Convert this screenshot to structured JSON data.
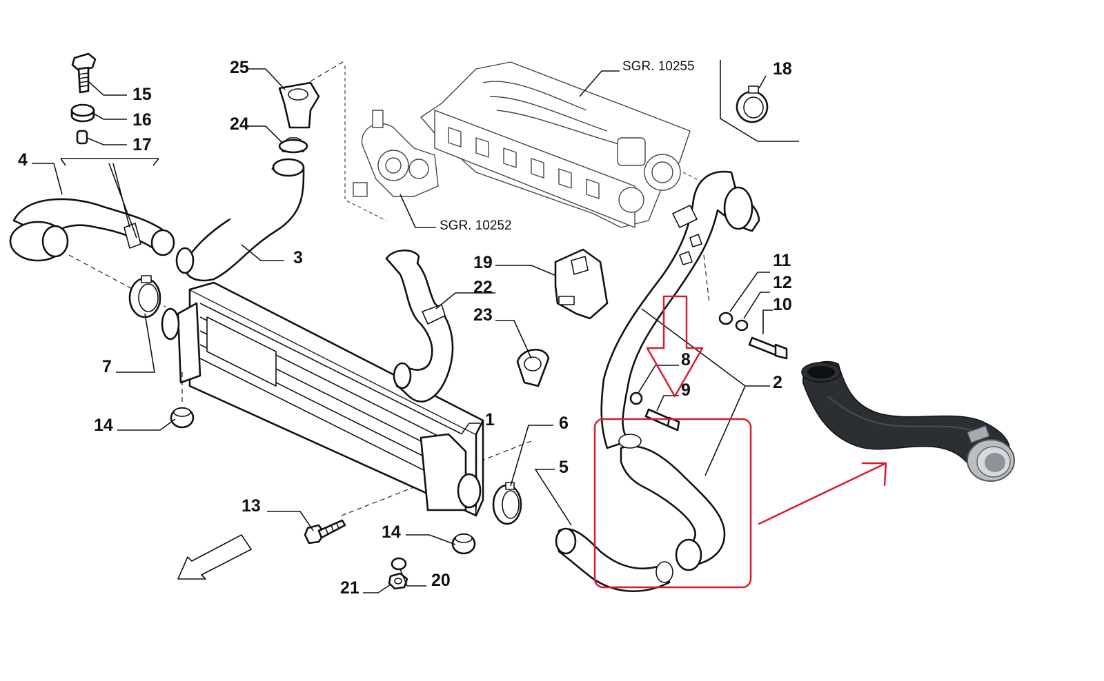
{
  "colors": {
    "highlight_part": "#f5ef2a",
    "highlight_box": "#d91c2a",
    "arrow": "#d91c2a",
    "hose_photo": "#2b2f33"
  },
  "labels": {
    "p1": "1",
    "p2": "2",
    "p3": "3",
    "p4": "4",
    "p5": "5",
    "p6": "6",
    "p7": "7",
    "p8": "8",
    "p9": "9",
    "p10": "10",
    "p11": "11",
    "p12": "12",
    "p13": "13",
    "p14a": "14",
    "p14b": "14",
    "p15": "15",
    "p16": "16",
    "p17": "17",
    "p18": "18",
    "p19": "19",
    "p20": "20",
    "p21": "21",
    "p22": "22",
    "p23": "23",
    "p24": "24",
    "p25": "25"
  },
  "references": {
    "manifold": "SGR. 10255",
    "turbo": "SGR. 10252"
  },
  "icons": {
    "direction_arrow": "front-direction-arrow-icon",
    "pointer": "down-arrow-icon",
    "photo_pointer": "pointer-arrow-icon"
  }
}
